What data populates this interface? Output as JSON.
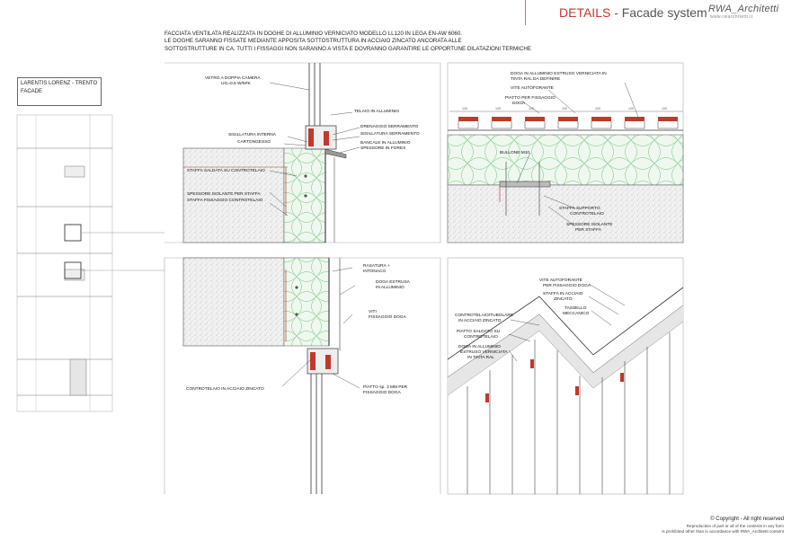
{
  "header": {
    "title_main": "DETAILS",
    "title_sub": "- Facade system",
    "logo": "RWA_Architetti",
    "logo_url": "www.rwarchitetti.it"
  },
  "description": {
    "line1": "FACCIATA VENTILATA REALIZZATA IN DOGHE DI ALLUMINIO VERNICIATO MODELLO LL120 IN LEGA EN-AW 6060.",
    "line2": "LE DOGHE SARANNO FISSATE MEDIANTE APPOSITA SOTTOSTRUTTURA IN ACCIAIO ZINCATO ANCORATA ALLE",
    "line3": "SOTTOSTRUTTURE IN CA. TUTTI I FISSAGGI NON SARANNO A VISTA E DOVRANNO GARANTIRE LE OPPORTUNE DILATAZIONI TERMICHE"
  },
  "project": {
    "name": "LARENTIS LORENZ - TRENTO",
    "view": "FACADE"
  },
  "detail_top_left": {
    "labels": [
      "VETRO A DOPPIA CAMERA",
      "UG=0.6 W/M²K",
      "TELAIO IN ALLUMINIO",
      "DRENAGGIO SERRAMENTO",
      "SIGILLATURA INTERNA",
      "SIGILLATURA SERRAMENTO",
      "CARTONGESSO",
      "BANCALE IN ALLUMINIO",
      "SPESSORE IN FOREX",
      "STAFFA SALDATA SU CONTROTELAIO",
      "SPESSORE ISOLANTE PER STAFFA",
      "STAFFA FISSAGGIO CONTROTELAIO"
    ]
  },
  "detail_top_right": {
    "labels": [
      "DOGA IN ALLUMINIO ESTRUSO VERNICIATA IN",
      "TINTA RAL DA DEFINIRE",
      "VITE AUTOFORANTE",
      "PIATTO PER FISSAGGIO",
      "DOGA",
      "BULLONE M10",
      "STAFFA SUPPORTO",
      "CONTROTELAIO",
      "SPESSORE ISOLANTE",
      "PER STAFFA"
    ],
    "dims": [
      "120",
      "120",
      "120",
      "120",
      "120",
      "120",
      "120"
    ]
  },
  "detail_bottom_left": {
    "labels": [
      "RASATURA +",
      "INTONACO",
      "DOGA ESTRUSA",
      "IN ALLUMINIO",
      "VITI",
      "FISSAGGIO DOGA",
      "CONTROTELAIO IN ACCIAIO ZINCATO",
      "PIATTO sp. 3 MM PER",
      "FISSAGGIO DOGA"
    ]
  },
  "detail_bottom_right": {
    "labels": [
      "VITE AUTOFORANTE",
      "PER FISSAGGIO DOGA",
      "STAFFA IN ACCIAIO",
      "ZINCATO",
      "TASSELLO",
      "MECCANICO",
      "CONTROTELAIO/TUBOLARE",
      "IN ACCIAIO ZINCATO",
      "PIATTO SALDATO SU",
      "CONTROTELAIO",
      "DOGA IN ALLUMINIO",
      "ESTRUSO VERNICIATA",
      "IN TINTA RAL"
    ]
  },
  "footer": {
    "copyright": "© Copyright - All right reserved",
    "notice1": "Reproduction of part or all of the contents in any form",
    "notice2": "is prohibited other than in accordance with RWA_Architetti consent"
  }
}
